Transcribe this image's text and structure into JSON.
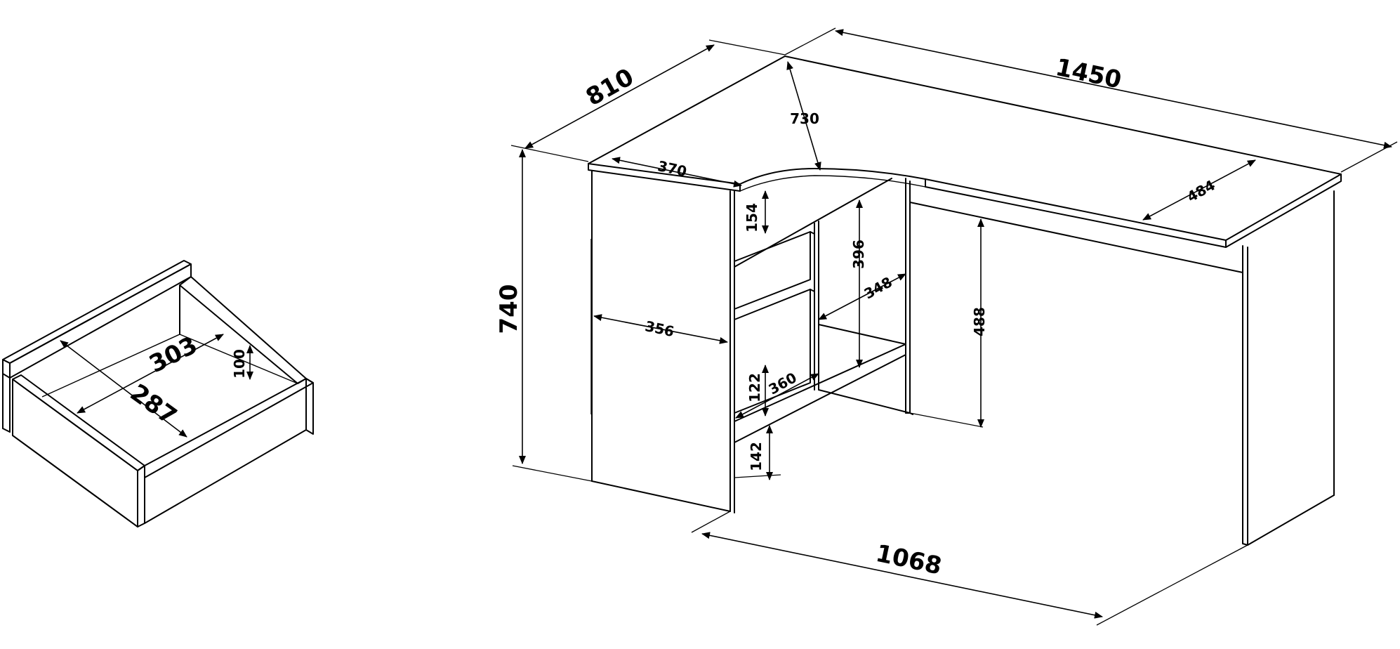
{
  "diagram": {
    "drawer": {
      "width": "303",
      "depth": "287",
      "height": "100"
    },
    "desk": {
      "overall_width": "1450",
      "overall_depth": "810",
      "height": "740",
      "floor_length": "1068",
      "top_left_depth": "370",
      "corner_depth": "730",
      "top_right_depth": "484",
      "upper_gap": "154",
      "shelf_opening": "396",
      "shelf_depth": "348",
      "cabinet_depth": "356",
      "drawer_gap": "122",
      "lower_shelf_depth": "360",
      "plinth": "142",
      "knee_height": "488"
    }
  }
}
